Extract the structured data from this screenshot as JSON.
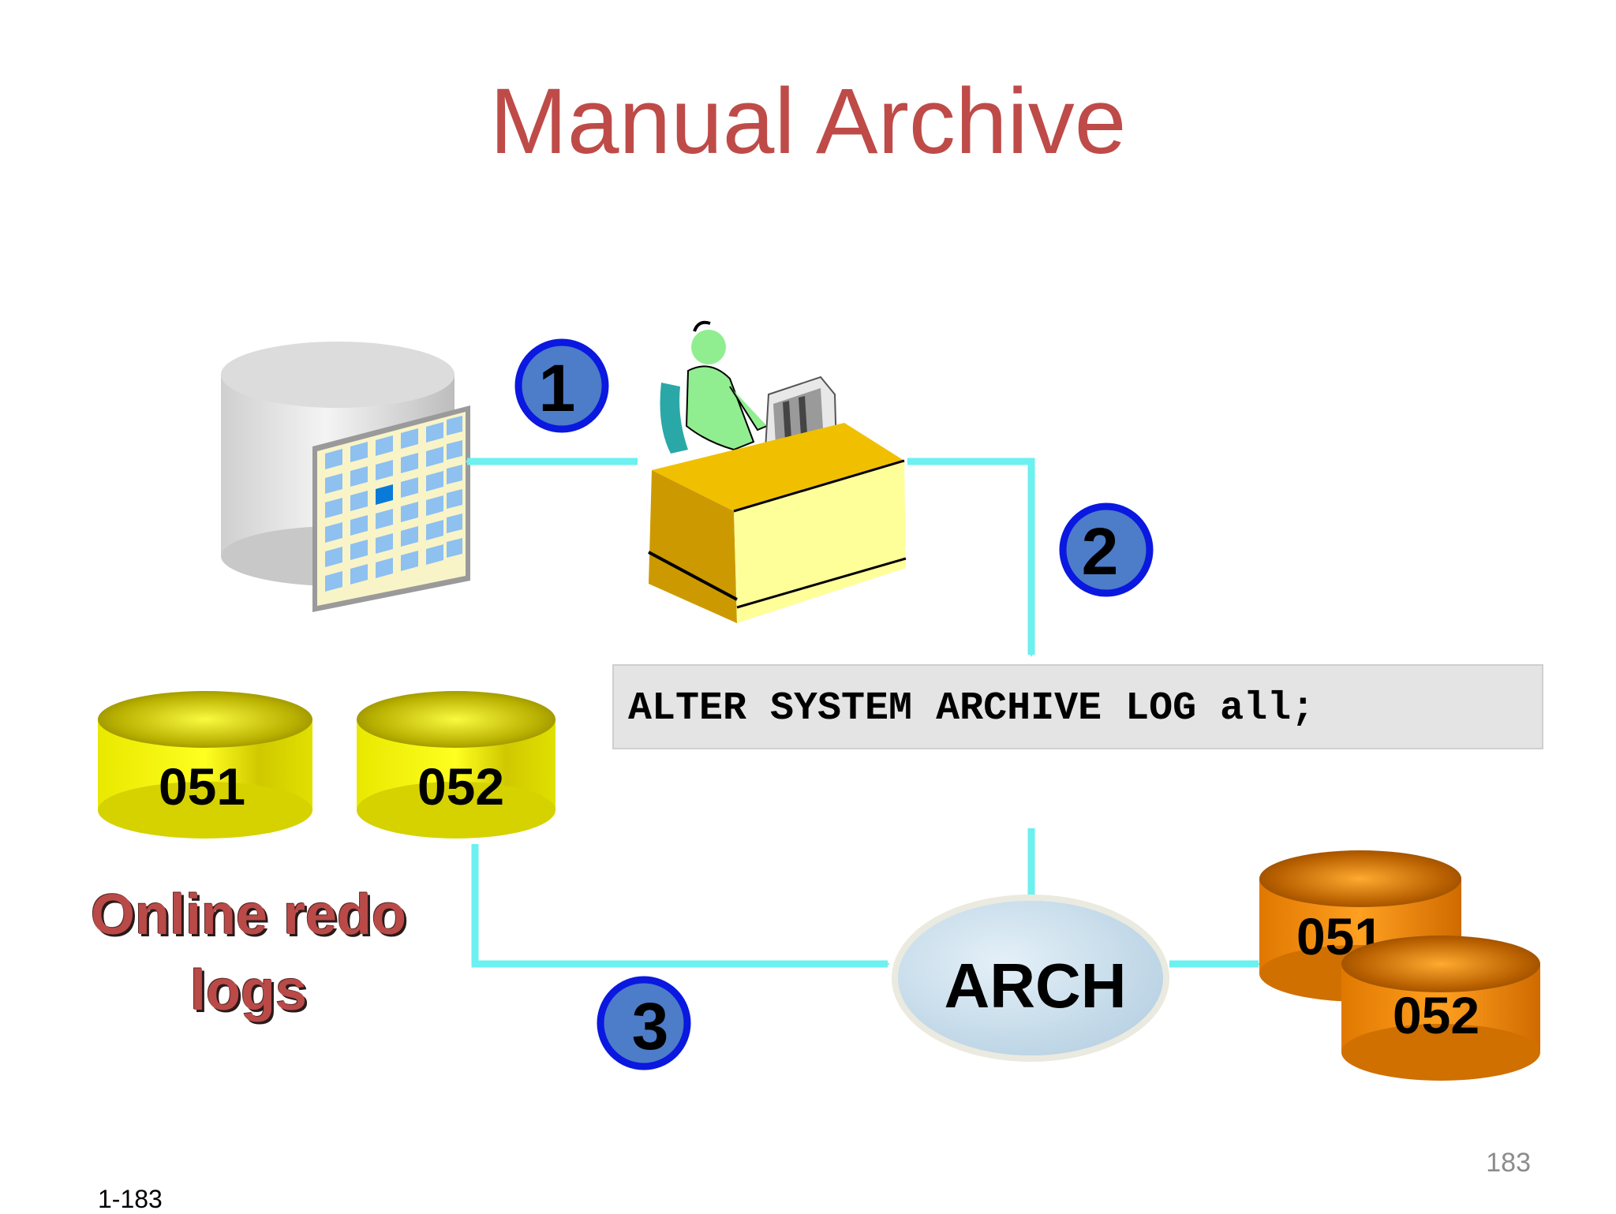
{
  "title": "Manual Archive",
  "steps": [
    "1",
    "2",
    "3"
  ],
  "sql_command": "ALTER SYSTEM ARCHIVE LOG all;",
  "online_logs": {
    "label": "Online redo logs",
    "files": [
      "051",
      "052"
    ]
  },
  "arch_process": "ARCH",
  "archived_logs": {
    "files": [
      "051",
      "052"
    ]
  },
  "page_number": "183",
  "slide_id": "1-183",
  "colors": {
    "title": "#be4b48",
    "arrow": "#6cf0f0",
    "step_fill": "#4d7cc8",
    "step_border": "#0a18e0",
    "online_log": "#f0f000",
    "archived_log": "#ee8800",
    "arch_ellipse": "#c6dcea"
  }
}
